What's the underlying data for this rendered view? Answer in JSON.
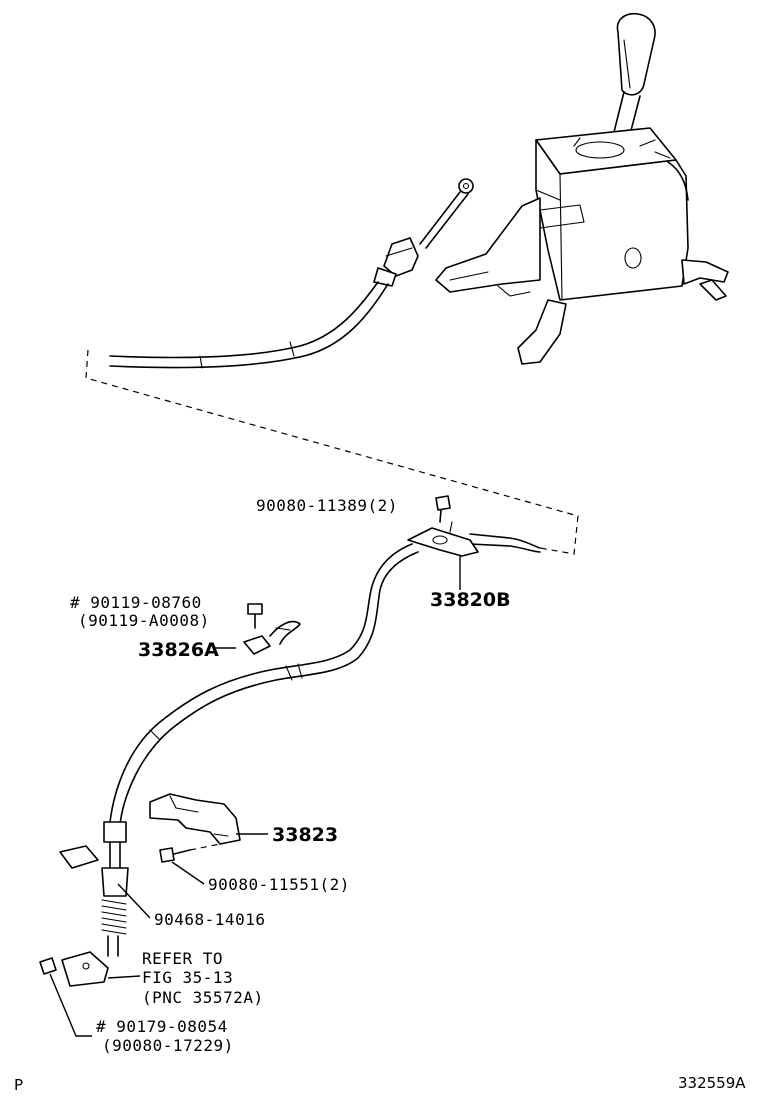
{
  "callouts": {
    "bolt_top": "90080-11389(2)",
    "cable_assy": "33820B",
    "bolt_a_line1": "# 90119-08760",
    "bolt_a_line2": "(90119-A0008)",
    "clip": "33826A",
    "bracket": "33823",
    "bolt_b": "90080-11551(2)",
    "spring_pin": "90468-14016",
    "refer_line1": "REFER TO",
    "refer_line2": "FIG 35-13",
    "refer_line3": "(PNC 35572A)",
    "nut_line1": "# 90179-08054",
    "nut_line2": "(90080-17229)"
  },
  "footer": {
    "corner_mark": "P",
    "diagram_id": "332559A"
  }
}
